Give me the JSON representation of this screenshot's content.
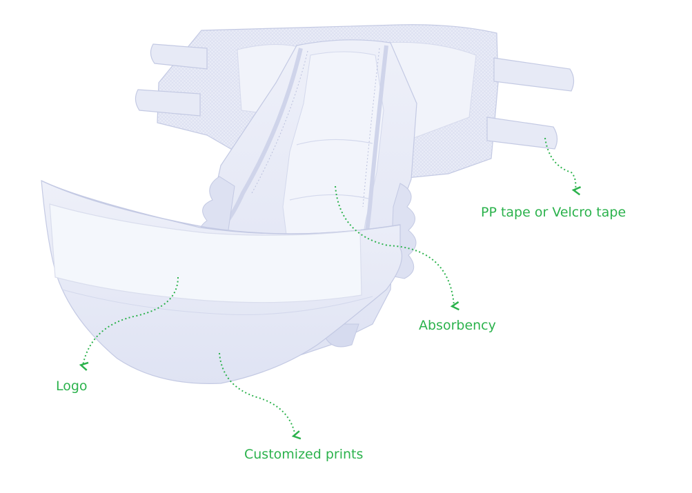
{
  "accent_color": "#2bb24c",
  "labels": {
    "tape": "PP tape or Velcro tape",
    "absorbency": "Absorbency",
    "logo": "Logo",
    "prints": "Customized prints"
  },
  "illustration": {
    "subject": "diaper",
    "colors": {
      "outline": "#c3c9e3",
      "body": "#e6e9f6",
      "inner": "#f1f3fa",
      "shadow": "#cdd2ea",
      "panel": "#f4f7fc"
    }
  }
}
